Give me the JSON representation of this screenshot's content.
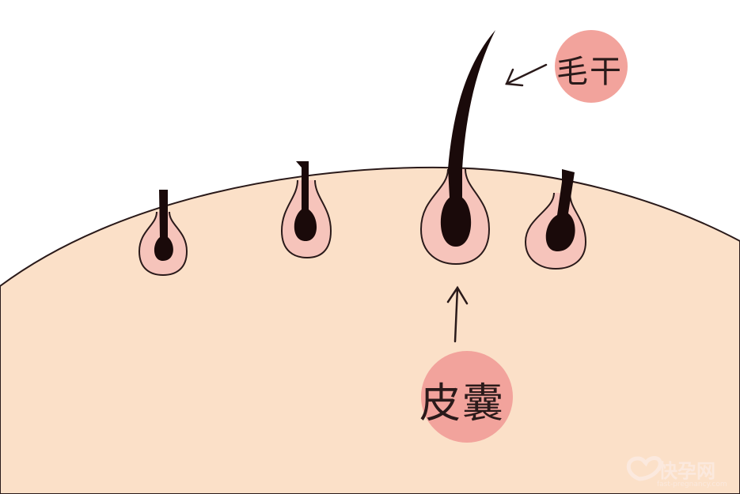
{
  "labels": {
    "hair_shaft": "毛干",
    "hair_follicle": "皮囊"
  },
  "watermark": {
    "name": "快孕网",
    "url": "fast-pregnancy.com"
  },
  "colors": {
    "skin": "#fbe0c8",
    "follicle": "#f6c4bb",
    "label_circle": "#f2a39c",
    "outline": "#2a1a1a"
  }
}
